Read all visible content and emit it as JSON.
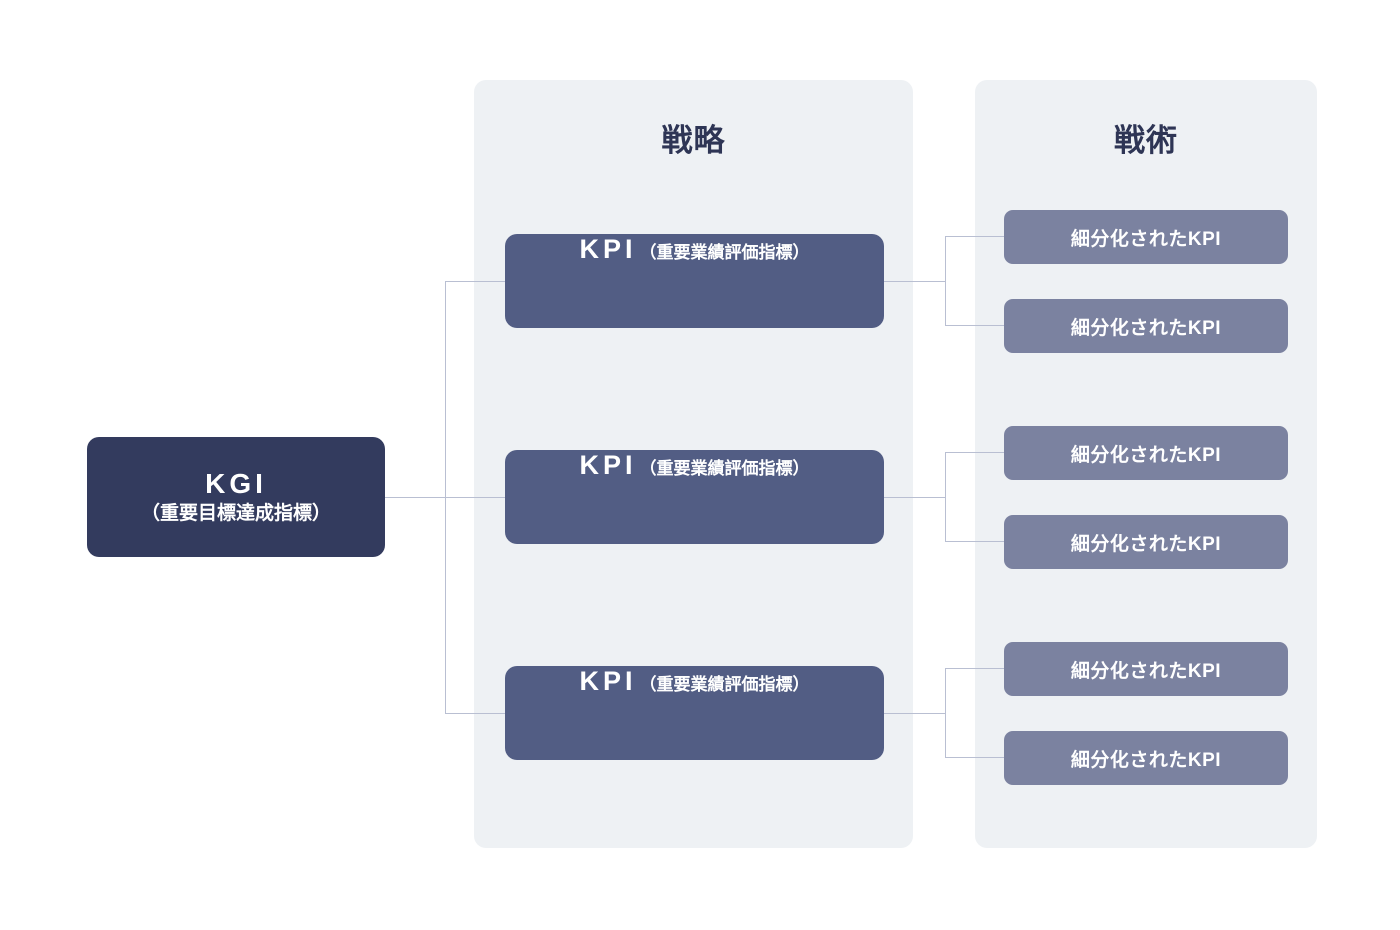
{
  "colors": {
    "background": "#ffffff",
    "panel": "#eef1f4",
    "kgi_box": "#333b5e",
    "kpi_box": "#525d84",
    "sub_kpi_box": "#7b82a0",
    "connector": "#b9bfd2",
    "heading_text": "#2e3555",
    "box_text": "#ffffff"
  },
  "columns": {
    "strategy": {
      "title": "戦略"
    },
    "tactics": {
      "title": "戦術"
    }
  },
  "root": {
    "main_label": "KGI",
    "sub_label": "（重要目標達成指標）"
  },
  "branches": [
    {
      "kpi": {
        "main_label": "KPI",
        "sub_label": "（重要業績評価指標）"
      },
      "children": [
        {
          "label": "細分化されたKPI"
        },
        {
          "label": "細分化されたKPI"
        }
      ]
    },
    {
      "kpi": {
        "main_label": "KPI",
        "sub_label": "（重要業績評価指標）"
      },
      "children": [
        {
          "label": "細分化されたKPI"
        },
        {
          "label": "細分化されたKPI"
        }
      ]
    },
    {
      "kpi": {
        "main_label": "KPI",
        "sub_label": "（重要業績評価指標）"
      },
      "children": [
        {
          "label": "細分化されたKPI"
        },
        {
          "label": "細分化されたKPI"
        }
      ]
    }
  ]
}
